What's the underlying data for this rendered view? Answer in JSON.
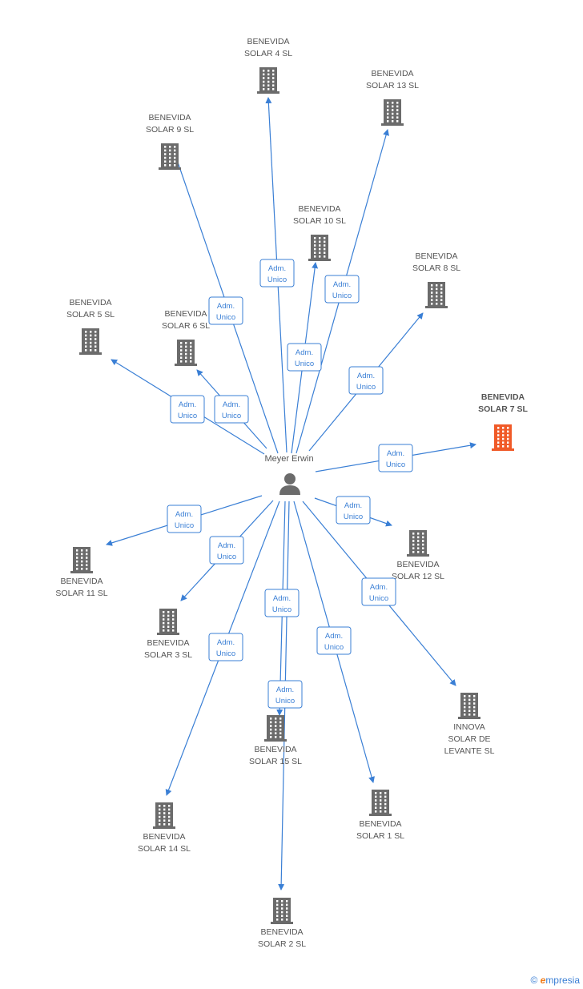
{
  "person": {
    "name": "Meyer Erwin"
  },
  "colors": {
    "edge": "#3a7fd5",
    "building": "#6b6b6b",
    "highlight": "#f05a28"
  },
  "relation_line1": "Adm.",
  "relation_line2": "Unico",
  "companies": [
    {
      "id": "c4",
      "line1": "BENEVIDA",
      "line2": "SOLAR 4 SL",
      "line3": ""
    },
    {
      "id": "c13",
      "line1": "BENEVIDA",
      "line2": "SOLAR 13 SL",
      "line3": ""
    },
    {
      "id": "c9",
      "line1": "BENEVIDA",
      "line2": "SOLAR 9 SL",
      "line3": ""
    },
    {
      "id": "c10",
      "line1": "BENEVIDA",
      "line2": "SOLAR 10 SL",
      "line3": ""
    },
    {
      "id": "c8",
      "line1": "BENEVIDA",
      "line2": "SOLAR 8 SL",
      "line3": ""
    },
    {
      "id": "c5",
      "line1": "BENEVIDA",
      "line2": "SOLAR 5 SL",
      "line3": ""
    },
    {
      "id": "c6",
      "line1": "BENEVIDA",
      "line2": "SOLAR 6 SL",
      "line3": ""
    },
    {
      "id": "c7",
      "line1": "BENEVIDA",
      "line2": "SOLAR 7 SL",
      "line3": "",
      "highlight": true
    },
    {
      "id": "c12",
      "line1": "BENEVIDA",
      "line2": "SOLAR 12 SL",
      "line3": ""
    },
    {
      "id": "c11",
      "line1": "BENEVIDA",
      "line2": "SOLAR 11 SL",
      "line3": ""
    },
    {
      "id": "c3",
      "line1": "BENEVIDA",
      "line2": "SOLAR 3 SL",
      "line3": ""
    },
    {
      "id": "ci",
      "line1": "INNOVA",
      "line2": "SOLAR DE",
      "line3": "LEVANTE SL"
    },
    {
      "id": "c15",
      "line1": "BENEVIDA",
      "line2": "SOLAR 15 SL",
      "line3": ""
    },
    {
      "id": "c14",
      "line1": "BENEVIDA",
      "line2": "SOLAR 14 SL",
      "line3": ""
    },
    {
      "id": "c1",
      "line1": "BENEVIDA",
      "line2": "SOLAR 1 SL",
      "line3": ""
    },
    {
      "id": "c2",
      "line1": "BENEVIDA",
      "line2": "SOLAR 2 SL",
      "line3": ""
    }
  ],
  "footer": {
    "copyright": "©",
    "brand_initial": "e",
    "brand_rest": "mpresia"
  }
}
